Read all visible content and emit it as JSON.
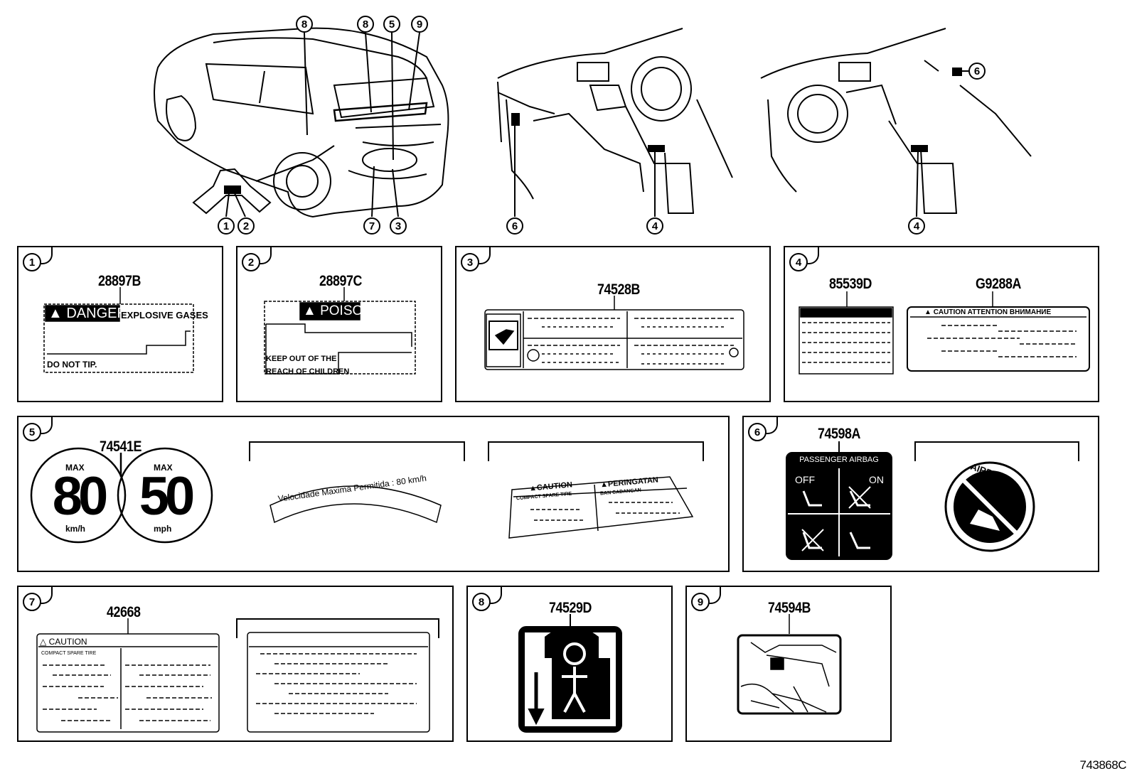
{
  "callouts_top": [
    {
      "n": "8"
    },
    {
      "n": "8"
    },
    {
      "n": "5"
    },
    {
      "n": "9"
    },
    {
      "n": "1"
    },
    {
      "n": "2"
    },
    {
      "n": "7"
    },
    {
      "n": "3"
    },
    {
      "n": "6"
    },
    {
      "n": "4"
    },
    {
      "n": "6"
    },
    {
      "n": "4"
    }
  ],
  "panels": [
    {
      "n": "1",
      "part": "28897B"
    },
    {
      "n": "2",
      "part": "28897C"
    },
    {
      "n": "3",
      "part": "74528B"
    },
    {
      "n": "4",
      "parts": [
        "85539D",
        "G9288A"
      ]
    },
    {
      "n": "5",
      "part": "74541E"
    },
    {
      "n": "6",
      "part": "74598A"
    },
    {
      "n": "7",
      "part": "42668"
    },
    {
      "n": "8",
      "part": "74529D"
    },
    {
      "n": "9",
      "part": "74594B"
    }
  ],
  "labels": {
    "danger_word": "DANGER",
    "danger_sub": "EXPLOSIVE GASES",
    "danger_foot": "DO NOT TIP.",
    "poison_word": "POISON",
    "keep_out_1": "KEEP OUT OF THE",
    "keep_out_2": "REACH OF CHILDREN",
    "caution_attention": "CAUTION  ATTENTION  ВНИМАНИЕ",
    "max": "MAX",
    "speed_kmh": "80",
    "unit_kmh": "km/h",
    "speed_mph": "50",
    "unit_mph": "mph",
    "velocidade": "Velocidade Maxima Permitida : 80 km/h",
    "caution": "CAUTION",
    "compact_spare": "COMPACT SPARE TIRE",
    "peringatan": "PERINGATAN",
    "ban_cadangan": "BAN CADANGAN",
    "passenger_airbag": "PASSENGER  AIRBAG",
    "off": "OFF",
    "on": "ON",
    "airbag": "AIRBAG"
  },
  "figure_ref": "743868C"
}
